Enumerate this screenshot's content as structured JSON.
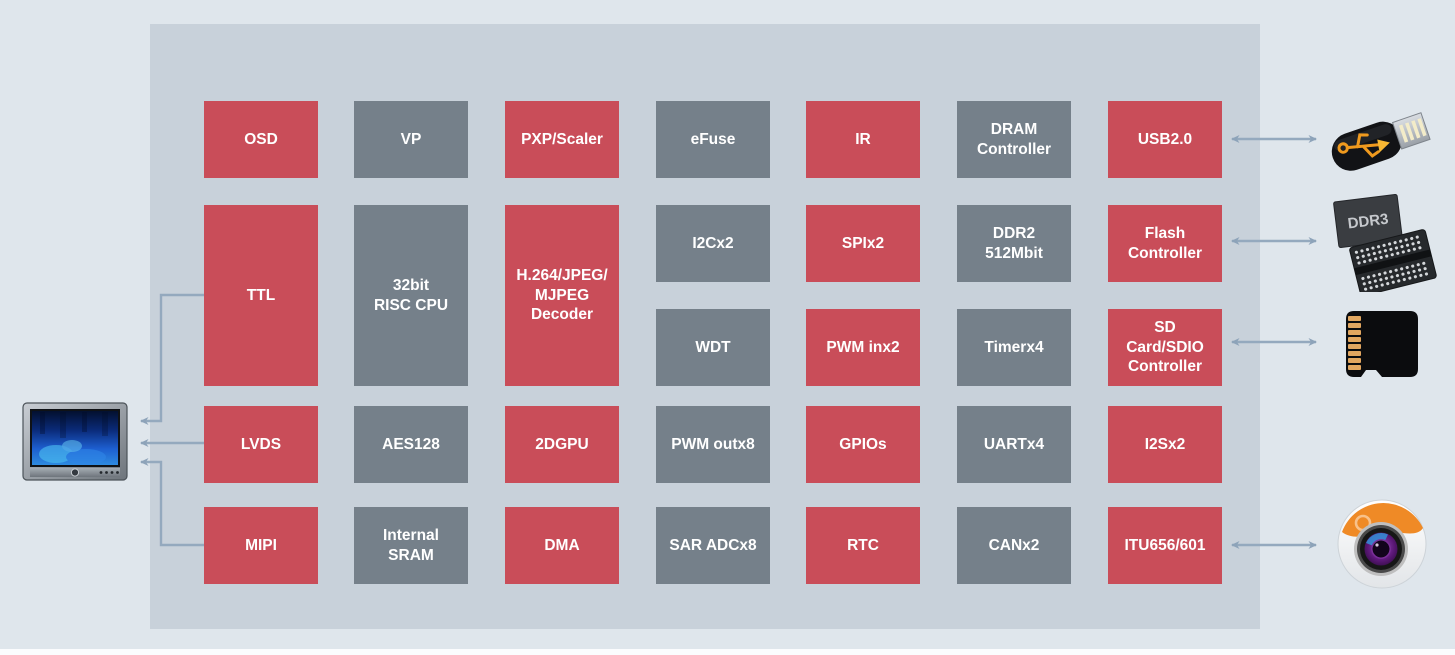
{
  "palette": {
    "page_bg": "#dfe6ec",
    "soc_bg": "#c8d1da",
    "block_red": "#c94d59",
    "block_gray": "#75808a",
    "arrow": "#94a9be",
    "label_text": "#ffffff"
  },
  "diagram": {
    "blocks": [
      {
        "id": "osd",
        "label": "OSD",
        "color": "red"
      },
      {
        "id": "vp",
        "label": "VP",
        "color": "gray"
      },
      {
        "id": "pxp-scaler",
        "label": "PXP/Scaler",
        "color": "red"
      },
      {
        "id": "efuse",
        "label": "eFuse",
        "color": "gray"
      },
      {
        "id": "ir",
        "label": "IR",
        "color": "red"
      },
      {
        "id": "dram-controller",
        "label": "DRAM\nController",
        "color": "gray"
      },
      {
        "id": "usb2-0",
        "label": "USB2.0",
        "color": "red"
      },
      {
        "id": "ttl",
        "label": "TTL",
        "color": "red"
      },
      {
        "id": "risc-cpu",
        "label": "32bit\nRISC CPU",
        "color": "gray"
      },
      {
        "id": "h264-decoder",
        "label": "H.264/JPEG/\nMJPEG\nDecoder",
        "color": "red"
      },
      {
        "id": "i2c",
        "label": "I2Cx2",
        "color": "gray"
      },
      {
        "id": "spi",
        "label": "SPIx2",
        "color": "red"
      },
      {
        "id": "ddr2",
        "label": "DDR2\n512Mbit",
        "color": "gray"
      },
      {
        "id": "flash-controller",
        "label": "Flash\nController",
        "color": "red"
      },
      {
        "id": "wdt",
        "label": "WDT",
        "color": "gray"
      },
      {
        "id": "pwm-in",
        "label": "PWM inx2",
        "color": "red"
      },
      {
        "id": "timer",
        "label": "Timerx4",
        "color": "gray"
      },
      {
        "id": "sd-sdio-controller",
        "label": "SD\nCard/SDIO\nController",
        "color": "red"
      },
      {
        "id": "lvds",
        "label": "LVDS",
        "color": "red"
      },
      {
        "id": "aes128",
        "label": "AES128",
        "color": "gray"
      },
      {
        "id": "gpu-2d",
        "label": "2DGPU",
        "color": "red"
      },
      {
        "id": "pwm-out",
        "label": "PWM outx8",
        "color": "gray"
      },
      {
        "id": "gpios",
        "label": "GPIOs",
        "color": "red"
      },
      {
        "id": "uart",
        "label": "UARTx4",
        "color": "gray"
      },
      {
        "id": "i2s",
        "label": "I2Sx2",
        "color": "red"
      },
      {
        "id": "mipi",
        "label": "MIPI",
        "color": "red"
      },
      {
        "id": "internal-sram",
        "label": "Internal\nSRAM",
        "color": "gray"
      },
      {
        "id": "dma",
        "label": "DMA",
        "color": "red"
      },
      {
        "id": "sar-adc",
        "label": "SAR ADCx8",
        "color": "gray"
      },
      {
        "id": "rtc",
        "label": "RTC",
        "color": "red"
      },
      {
        "id": "can",
        "label": "CANx2",
        "color": "gray"
      },
      {
        "id": "itu656-601",
        "label": "ITU656/601",
        "color": "red"
      }
    ],
    "devices": {
      "display_monitor": "lcd-monitor",
      "usb_drive": "usb-flash-drive",
      "ddr3_chips": "ddr3-memory-chips",
      "ddr3_label": "DDR3",
      "sd_card": "micro-sd-card",
      "camera": "camera-lens"
    },
    "connections": [
      {
        "from": "ttl",
        "to": "lcd-monitor",
        "direction": "out"
      },
      {
        "from": "lvds",
        "to": "lcd-monitor",
        "direction": "out"
      },
      {
        "from": "mipi",
        "to": "lcd-monitor",
        "direction": "out"
      },
      {
        "from": "usb2-0",
        "to": "usb-flash-drive",
        "direction": "both"
      },
      {
        "from": "flash-controller",
        "to": "ddr3-memory-chips",
        "direction": "both"
      },
      {
        "from": "sd-sdio-controller",
        "to": "micro-sd-card",
        "direction": "both"
      },
      {
        "from": "itu656-601",
        "to": "camera-lens",
        "direction": "both"
      }
    ]
  }
}
